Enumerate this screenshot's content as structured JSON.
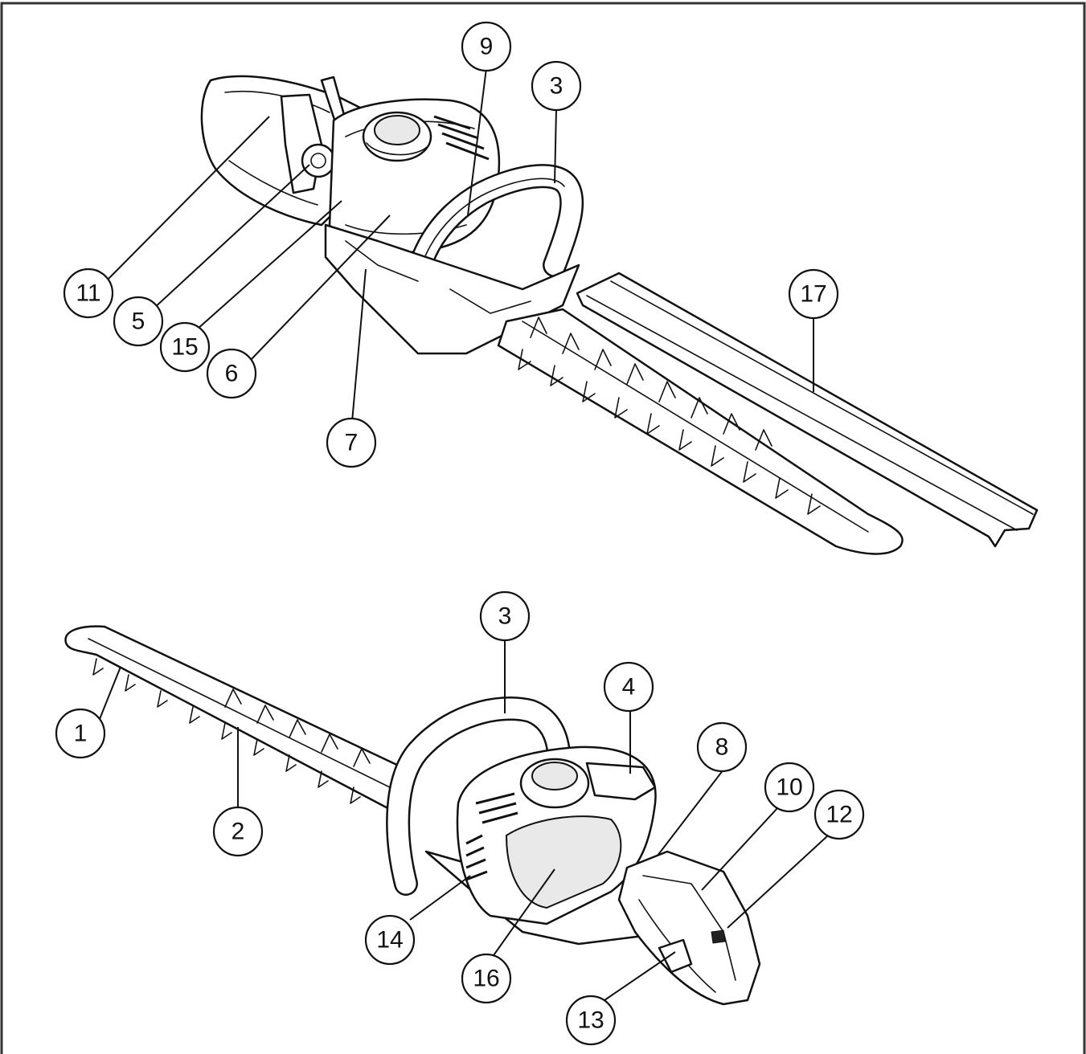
{
  "figure": {
    "frame_color": "#333333",
    "ink_color": "#111111"
  },
  "callouts": {
    "top": {
      "c11": "11",
      "c5": "5",
      "c15": "15",
      "c6": "6",
      "c7": "7",
      "c9": "9",
      "c3": "3",
      "c17": "17"
    },
    "bottom": {
      "c1": "1",
      "c2": "2",
      "c3": "3",
      "c4": "4",
      "c8": "8",
      "c10": "10",
      "c12": "12",
      "c13": "13",
      "c14": "14",
      "c16": "16"
    }
  }
}
